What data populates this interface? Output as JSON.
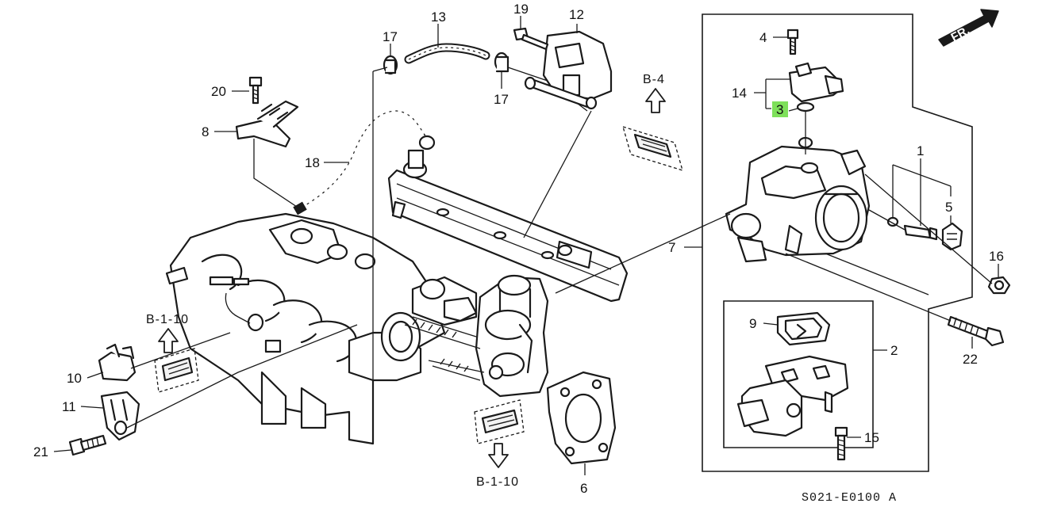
{
  "callouts": {
    "c1": "1",
    "c2": "2",
    "c3": "3",
    "c4": "4",
    "c5": "5",
    "c6": "6",
    "c7": "7",
    "c8": "8",
    "c9": "9",
    "c10": "10",
    "c11": "11",
    "c12": "12",
    "c13": "13",
    "c14": "14",
    "c15": "15",
    "c16": "16",
    "c17a": "17",
    "c17b": "17",
    "c18": "18",
    "c19": "19",
    "c20": "20",
    "c21": "21",
    "c22": "22"
  },
  "references": {
    "b4": "B-4",
    "b110_left": "B-1-10",
    "b110_bottom": "B-1-10"
  },
  "front_marker": "FR.",
  "diagram_code": "S021-E0100 A",
  "highlight_color": "#7ee05a"
}
